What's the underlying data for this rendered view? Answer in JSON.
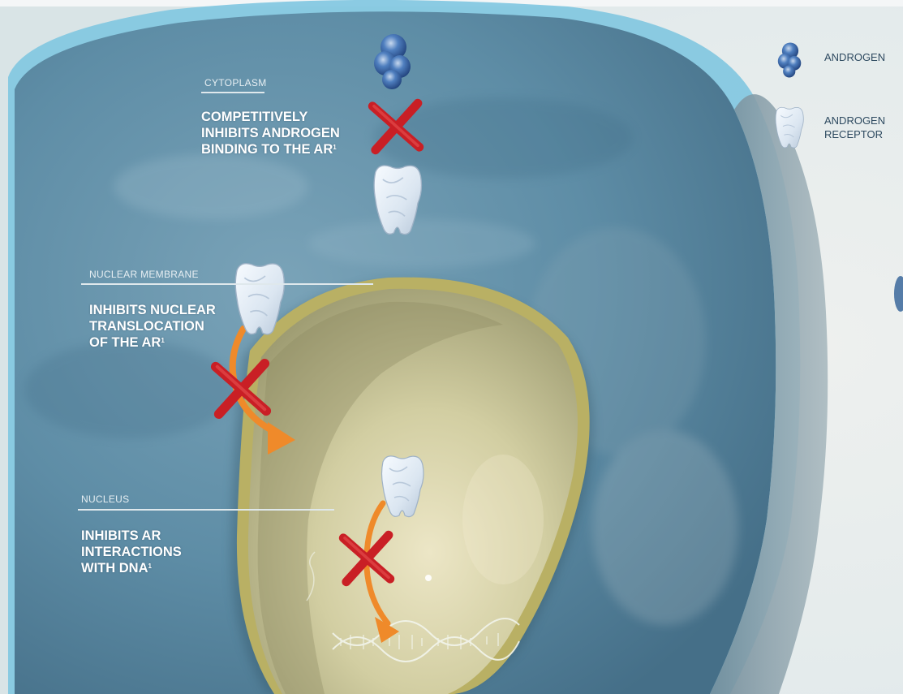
{
  "regions": {
    "cytoplasm": {
      "label": "CYTOPLASM",
      "statement": [
        "COMPETITIVELY",
        "INHIBITS ANDROGEN",
        "BINDING TO THE AR"
      ],
      "footnote": "1"
    },
    "nuclear_membrane": {
      "label": "NUCLEAR MEMBRANE",
      "statement": [
        "INHIBITS NUCLEAR",
        "TRANSLOCATION",
        "OF THE AR"
      ],
      "footnote": "1"
    },
    "nucleus": {
      "label": "NUCLEUS",
      "statement": [
        "INHIBITS AR",
        "INTERACTIONS",
        "WITH DNA"
      ],
      "footnote": "1"
    }
  },
  "legend": {
    "androgen": [
      "ANDROGEN"
    ],
    "receptor": [
      "ANDROGEN",
      "RECEPTOR"
    ]
  },
  "colors": {
    "cytoplasm": "#5f8fa8",
    "nucleus": "#c9c79a",
    "nuclear_membrane": "#b9b064",
    "inhibition_mark": "#d42a2a",
    "translocation_arrow": "#ef8a2a",
    "androgen": "#2f5fa0",
    "receptor": "#dde8f2"
  }
}
